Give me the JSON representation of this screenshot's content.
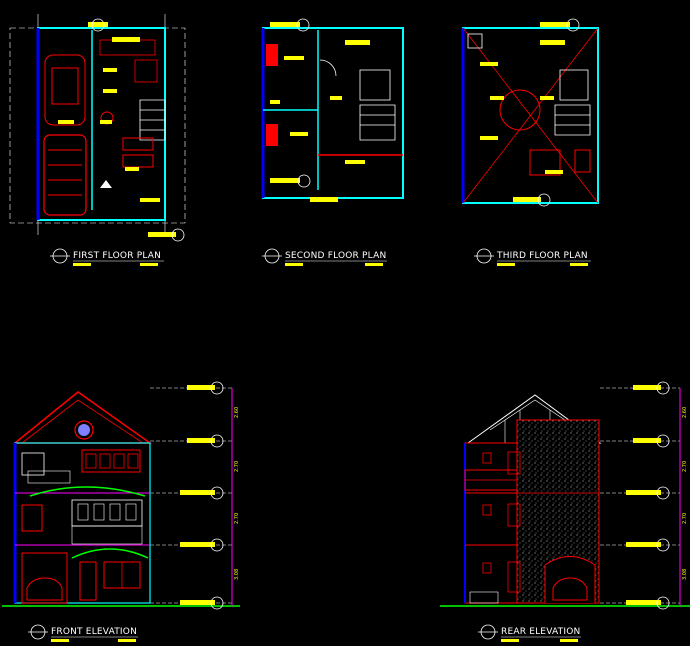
{
  "drawings": {
    "first_floor_plan": {
      "title": "FIRST FLOOR PLAN"
    },
    "second_floor_plan": {
      "title": "SECOND FLOOR PLAN"
    },
    "third_floor_plan": {
      "title": "THIRD FLOOR PLAN"
    },
    "front_elevation": {
      "title": "FRONT ELEVATION",
      "level_dims": [
        "2.60",
        "2.70",
        "2.70",
        "3.08"
      ]
    },
    "rear_elevation": {
      "title": "REAR ELEVATION",
      "level_dims": [
        "2.60",
        "2.70",
        "2.70",
        "3.08"
      ]
    }
  },
  "colors": {
    "background": "#000000",
    "wall": "#00ffff",
    "structure": "#ff0000",
    "tag": "#ffff00",
    "outline": "#0000ff",
    "annotation": "#ffffff",
    "ground": "#00ff00",
    "dimension": "#ff00ff"
  }
}
